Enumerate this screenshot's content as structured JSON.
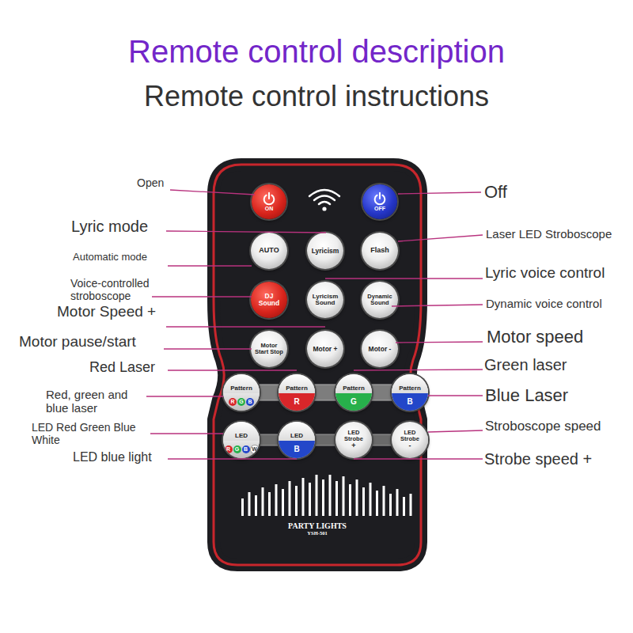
{
  "diagram": {
    "title": "Remote control description",
    "nodes": [
      {
        "text": [
          "PARTY LIGHTS",
          "YSH-501"
        ]
      },
      {
        "text": [
          "ON"
        ],
        "in": 0
      },
      {
        "text": [
          "OFF"
        ],
        "in": 0
      },
      {
        "text": [
          "AUTO"
        ],
        "in": 0
      },
      {
        "text": [
          "Lyricism"
        ],
        "in": 0
      },
      {
        "text": [
          "Flash"
        ],
        "in": 0
      },
      {
        "text": [
          "DJ Sound"
        ],
        "in": 0
      },
      {
        "text": [
          "Lyricism Sound"
        ],
        "in": 0
      },
      {
        "text": [
          "Dynamic Sound"
        ],
        "in": 0
      },
      {
        "text": [
          "Motor Start Stop"
        ],
        "in": 0
      },
      {
        "text": [
          "Motor +"
        ],
        "in": 0
      },
      {
        "text": [
          "Motor -"
        ],
        "in": 0
      },
      {
        "text": [
          "Pattern",
          "R",
          "G",
          "B"
        ],
        "in": 0
      },
      {
        "text": [
          "Pattern",
          "R"
        ],
        "in": 0
      },
      {
        "text": [
          "Pattern",
          "G"
        ],
        "in": 0
      },
      {
        "text": [
          "Pattern",
          "B"
        ],
        "in": 0
      },
      {
        "text": [
          "LED",
          "R",
          "G",
          "B",
          "W"
        ],
        "in": 0
      },
      {
        "text": [
          "LED",
          "B"
        ],
        "in": 0
      },
      {
        "text": [
          "LED Strobe",
          "+"
        ],
        "in": 0
      },
      {
        "text": [
          "LED Strobe",
          "-"
        ],
        "in": 0
      }
    ],
    "labels": [
      "Remote control instructions",
      "Open",
      "Lyric mode",
      "Automatic mode",
      "Voice-controlled stroboscope",
      "Motor Speed +",
      "Motor pause/start",
      "Red Laser",
      "Red, green and blue laser",
      "LED Red Green Blue White",
      "LED blue light",
      "Off",
      "Laser LED Stroboscope",
      "Lyric voice control",
      "Dynamic voice control",
      "Motor speed",
      "Green laser",
      "Blue Laser",
      "Stroboscope speed",
      "Strobe speed +"
    ]
  }
}
